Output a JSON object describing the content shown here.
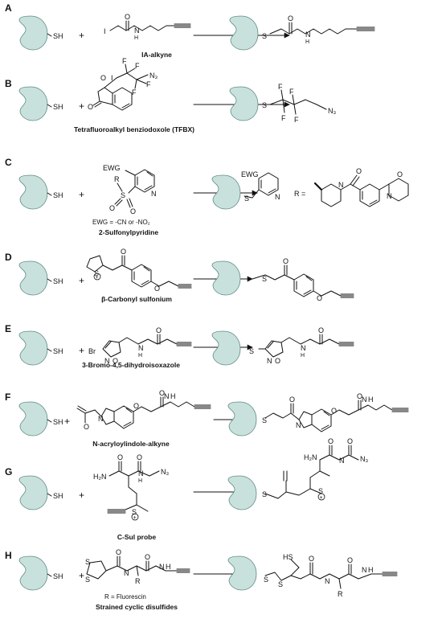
{
  "colors": {
    "protein": "#c9e1dc",
    "protein_stroke": "#5e8b84",
    "ink": "#111111"
  },
  "common": {
    "sh": "SH",
    "s": "S",
    "plus": "+"
  },
  "panels": [
    {
      "label": "A",
      "caption": "IA-alkyne"
    },
    {
      "label": "B",
      "caption": "Tetrafluoroalkyl benziodoxole (TFBX)"
    },
    {
      "label": "C",
      "caption": "2-Sulfonylpyridine",
      "note": "EWG = -CN or -NO₂",
      "r_label": "R ="
    },
    {
      "label": "D",
      "caption": "β-Carbonyl sulfonium"
    },
    {
      "label": "E",
      "caption": "3-Bromo-4,5-dihydroisoxazole"
    },
    {
      "label": "F",
      "caption": "N-acryloylindole-alkyne"
    },
    {
      "label": "G",
      "caption": "C-Sul probe"
    },
    {
      "label": "H",
      "caption": "Strained cyclic disulfides",
      "note": "R = Fluorescin"
    }
  ],
  "atoms": {
    "I": "I",
    "H": "H",
    "N": "N",
    "O": "O",
    "F": "F",
    "N3": "N₃",
    "EWG": "EWG",
    "R": "R",
    "Br": "Br",
    "H2N": "H₂N",
    "HS": "HS",
    "plus_charge": "+"
  }
}
